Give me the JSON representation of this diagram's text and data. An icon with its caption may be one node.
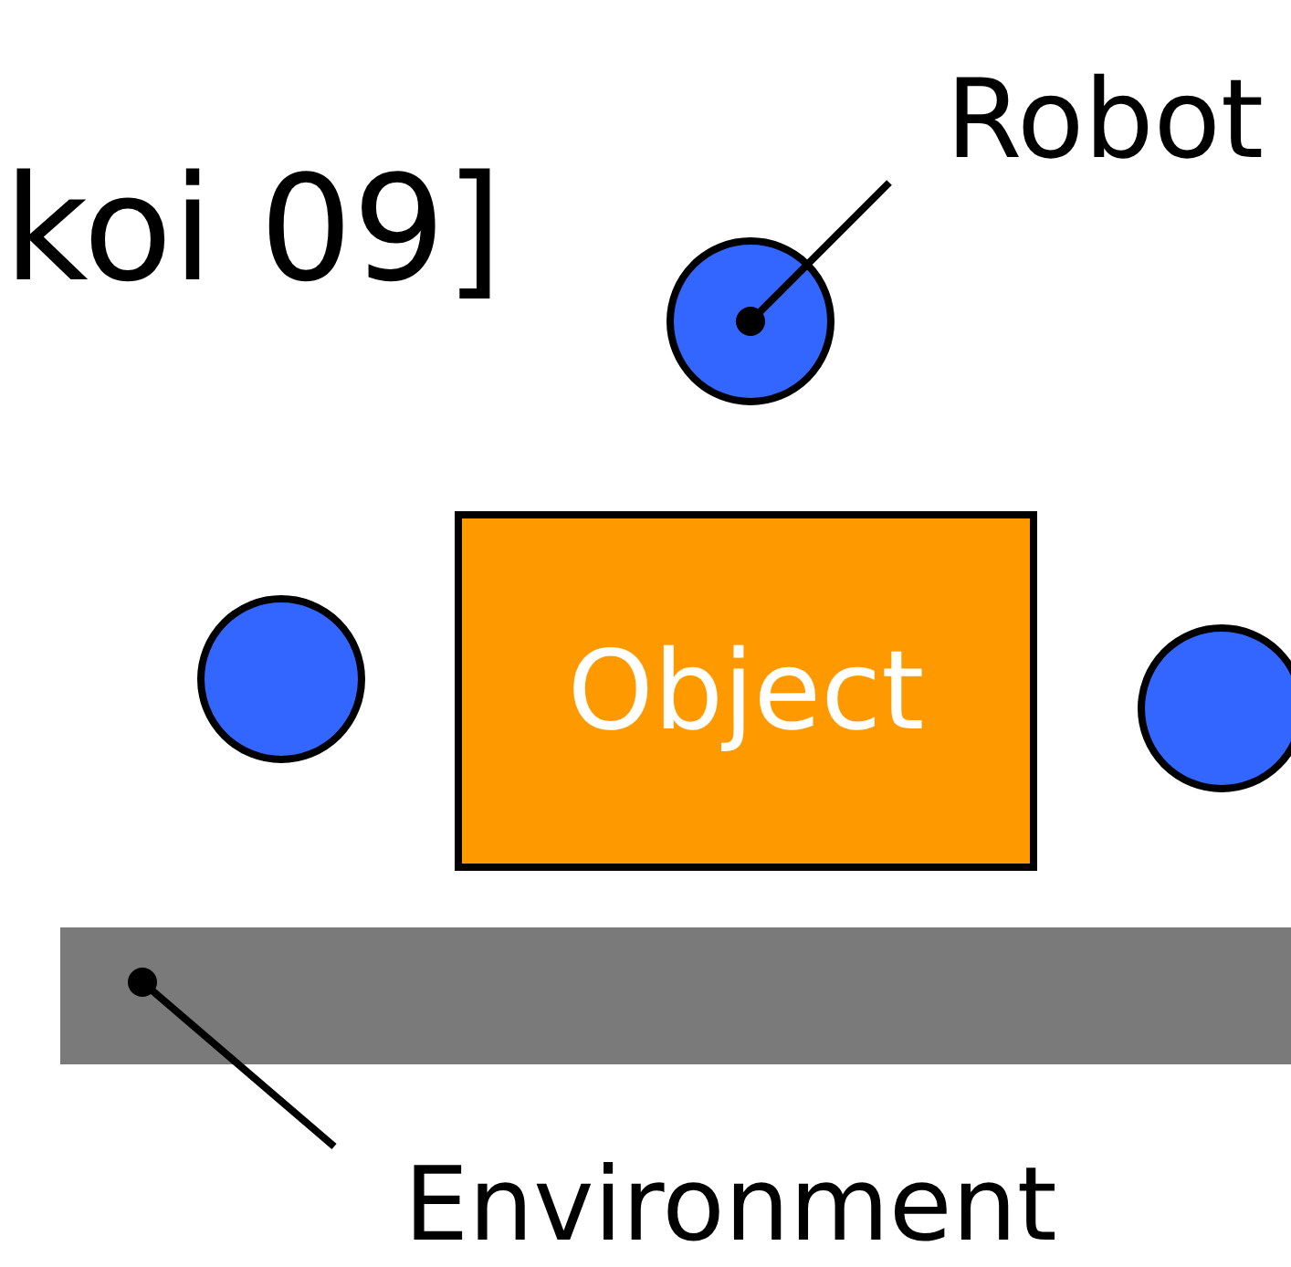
{
  "diagram": {
    "nodes": [
      {
        "text": [
          "Robot"
        ]
      },
      {
        "text": [],
        "shape": "circle"
      },
      {
        "text": [],
        "shape": "circle"
      },
      {
        "text": [
          "Object"
        ]
      },
      {
        "text": [],
        "shape": "circle"
      },
      {
        "text": [],
        "shape": "bar"
      },
      {
        "text": [
          "Environment"
        ]
      }
    ],
    "edges": [
      {
        "from": 0,
        "to": 1,
        "arrow": "other"
      },
      {
        "from": 6,
        "to": 5,
        "arrow": "other"
      }
    ],
    "labels": [
      "koi 09]"
    ]
  }
}
